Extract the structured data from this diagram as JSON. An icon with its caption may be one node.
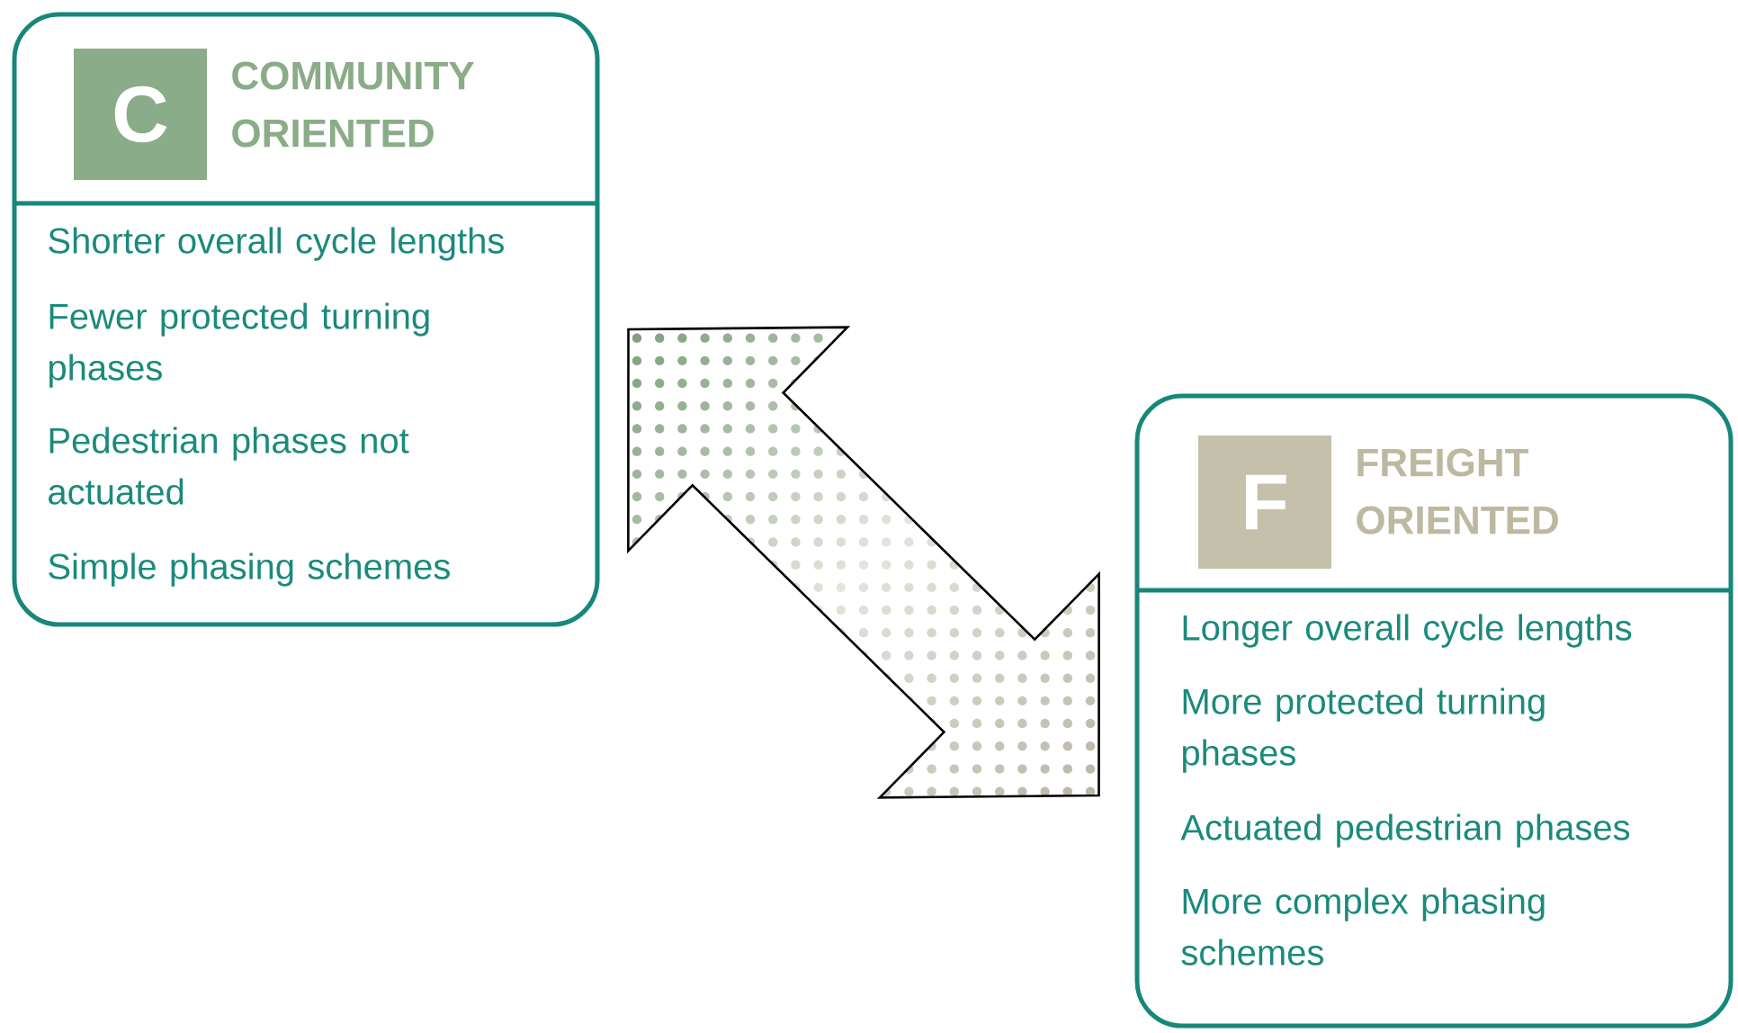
{
  "diagram": {
    "nodes": [
      {
        "text": [
          "COMMUNITY ORIENTED",
          "Shorter overall cycle lengths",
          "Fewer protected turning phases",
          "Pedestrian phases not actuated",
          "Simple phasing schemes"
        ]
      },
      {
        "text": [
          "C"
        ],
        "in": 0
      },
      {
        "text": [
          "FREIGHT ORIENTED",
          "Longer overall cycle lengths",
          "More protected turning phases",
          "Actuated pedestrian phases",
          "More complex phasing schemes"
        ]
      },
      {
        "text": [
          "F"
        ],
        "in": 2
      }
    ],
    "edges": [
      {
        "from": 0,
        "to": 2,
        "arrow": "both"
      }
    ]
  }
}
